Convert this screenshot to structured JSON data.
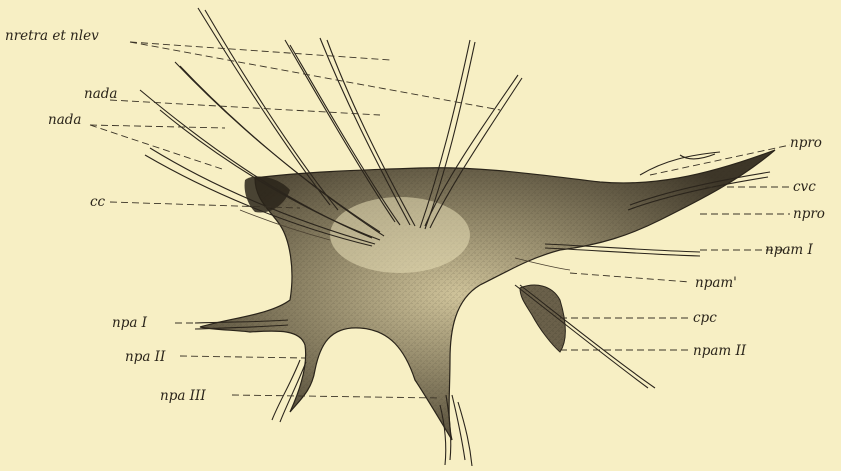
{
  "figure": {
    "labels": {
      "nretra_et_nlev": "nretra et nlev",
      "nada_upper": "nada",
      "nada_lower": "nada",
      "cc": "cc",
      "npa_i": "npa I",
      "npa_ii": "npa II",
      "npa_iii": "npa III",
      "npro_upper": "npro",
      "cvc": "cvc",
      "npro_lower": "npro",
      "npam_i": "npam I",
      "npam_prime": "npam'",
      "cpc": "cpc",
      "npam_ii": "npam II"
    }
  }
}
